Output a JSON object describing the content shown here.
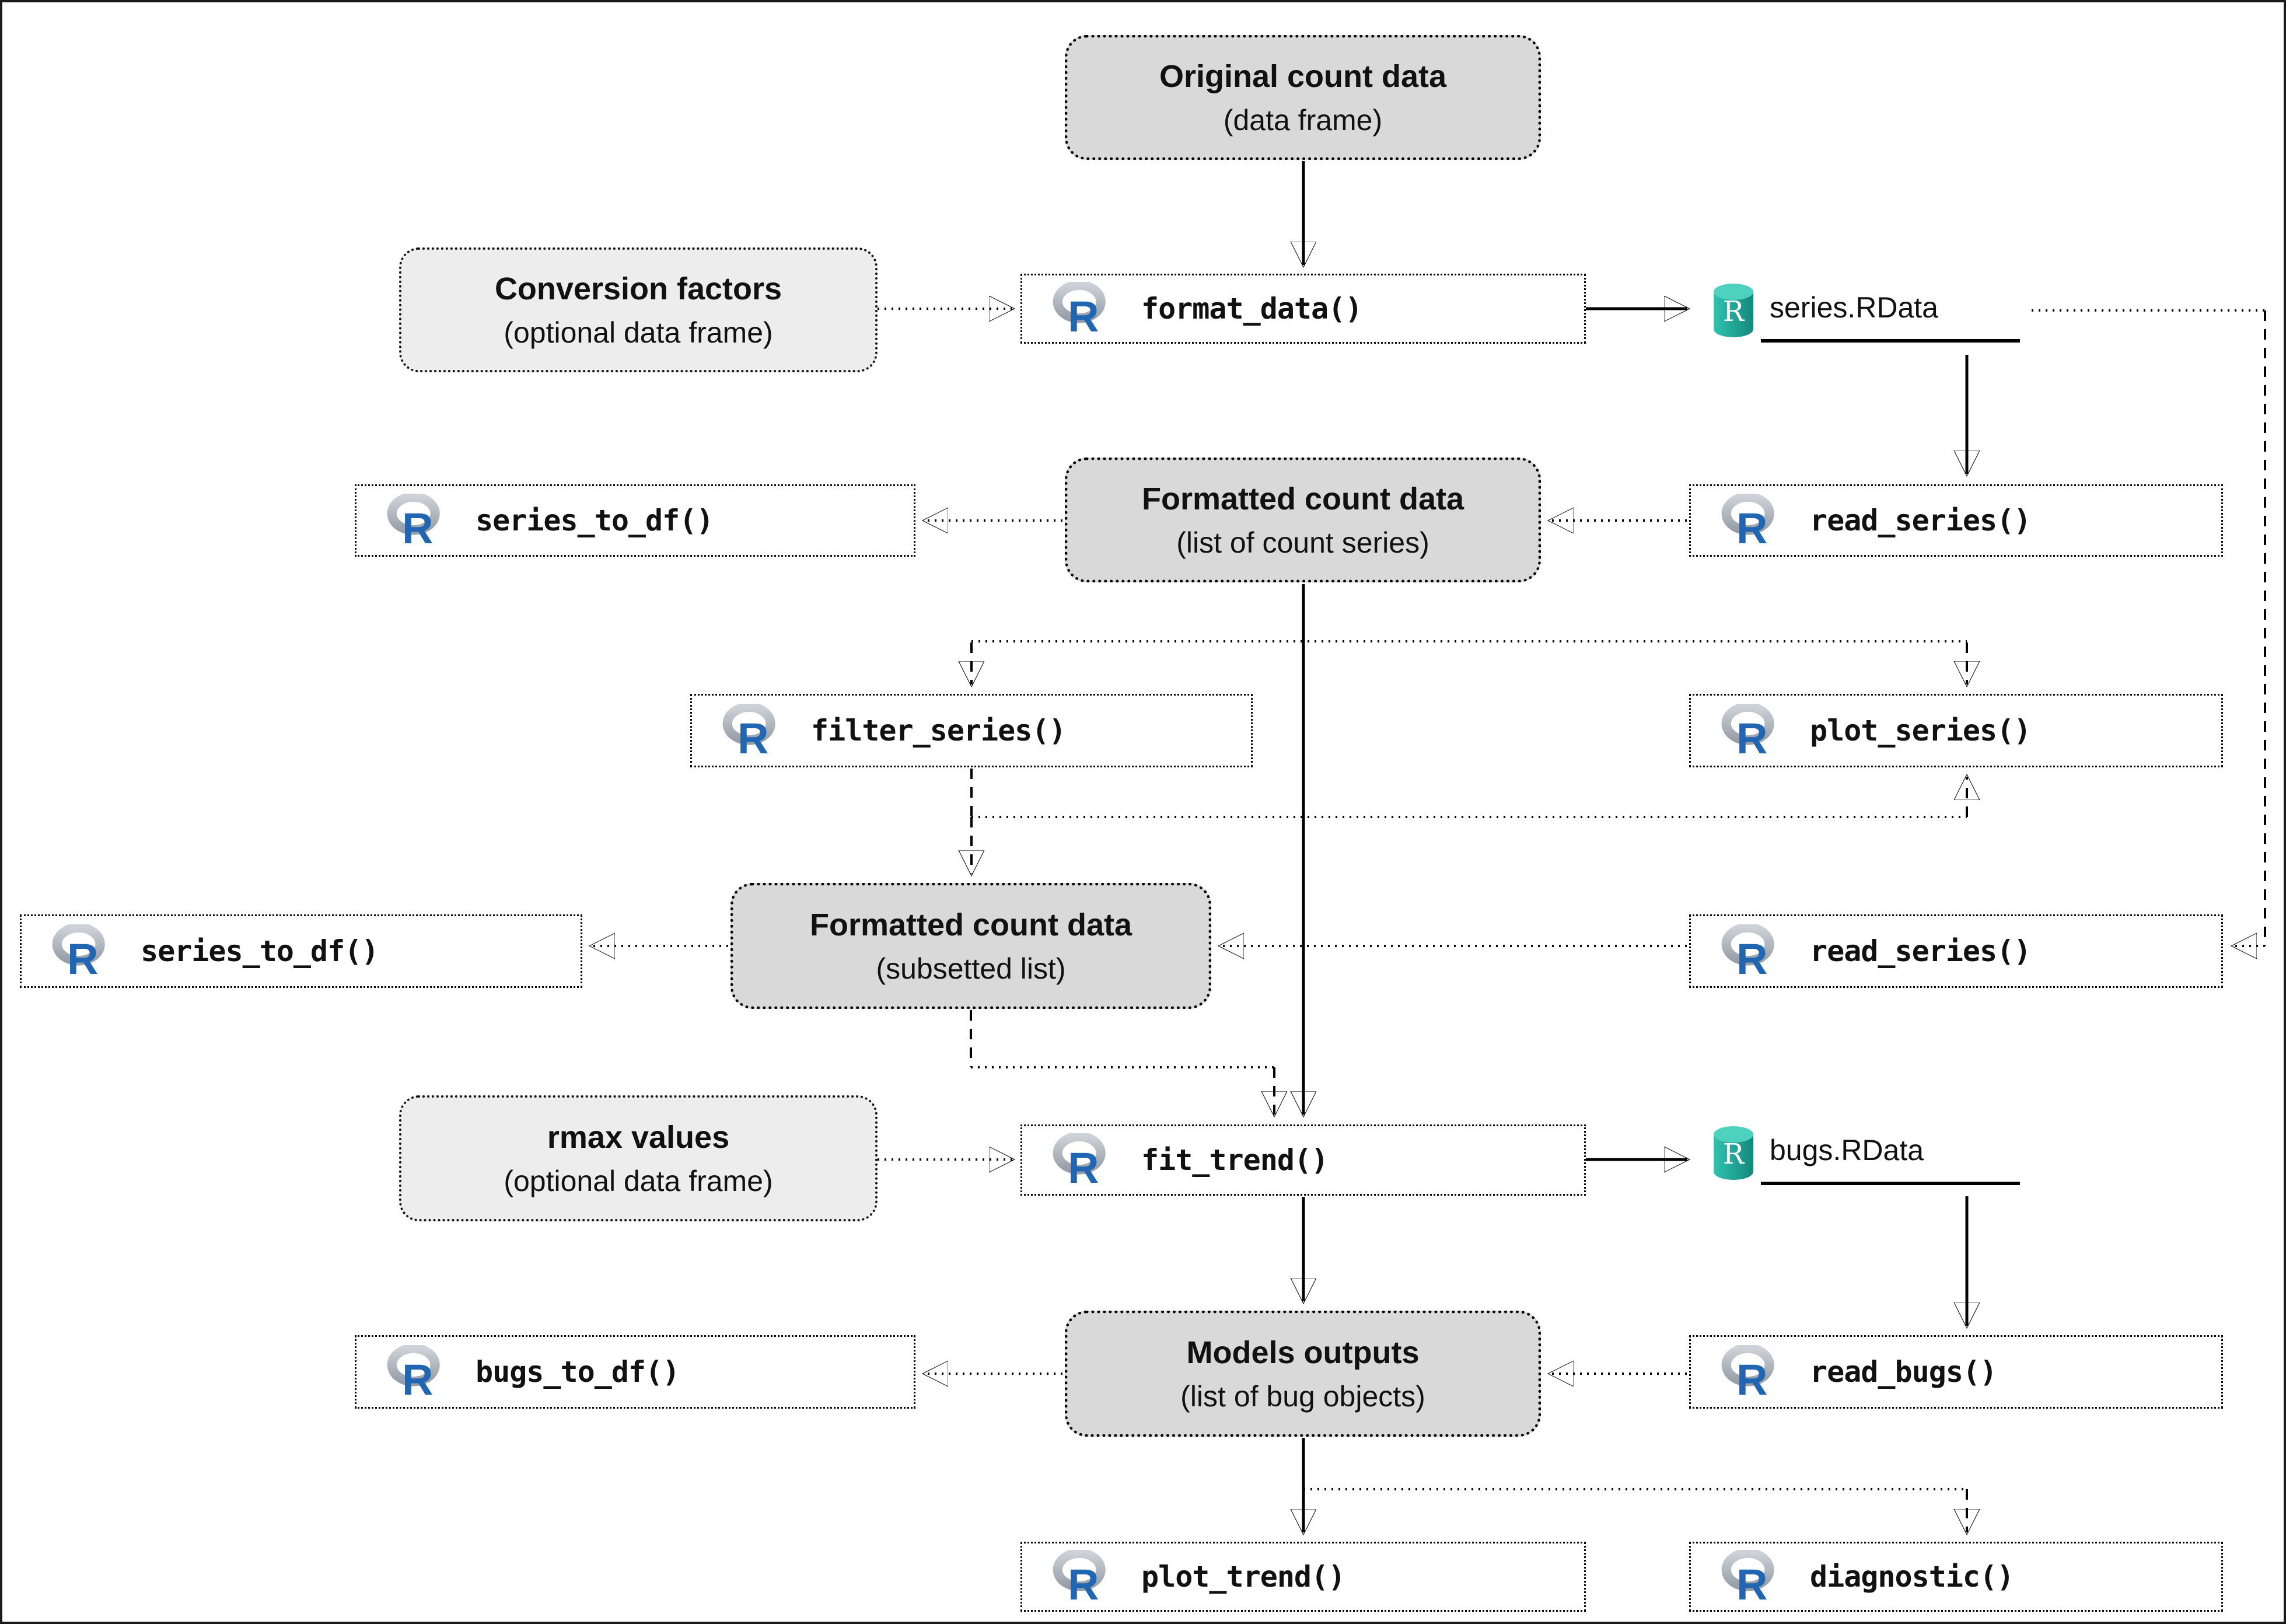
{
  "figure": {
    "type": "workflow-diagram",
    "colors": {
      "data_box_fill": "#d9d9d9",
      "optional_box_fill": "#ededed",
      "function_box_fill": "#ffffff",
      "border": "#000000",
      "r_logo_blue": "#2166b3",
      "r_logo_ring": "#b4bac2",
      "rdata_teal": "#23b3a1",
      "rdata_teal_light": "#4ed2bf",
      "rdata_teal_dark": "#17897c",
      "text": "#111111"
    },
    "icons": {
      "r_letter": "R"
    },
    "nodes": {
      "original_count_data": {
        "title": "Original count data",
        "subtitle": "(data frame)"
      },
      "conversion_factors": {
        "title": "Conversion factors",
        "subtitle": "(optional data frame)"
      },
      "format_data": {
        "label": "format_data()"
      },
      "series_rdata": {
        "label": "series.RData"
      },
      "read_series_top": {
        "label": "read_series()"
      },
      "series_to_df_top": {
        "label": "series_to_df()"
      },
      "formatted_count_list": {
        "title": "Formatted count data",
        "subtitle": "(list of count series)"
      },
      "filter_series": {
        "label": "filter_series()"
      },
      "plot_series": {
        "label": "plot_series()"
      },
      "series_to_df_mid": {
        "label": "series_to_df()"
      },
      "formatted_count_subset": {
        "title": "Formatted count data",
        "subtitle": "(subsetted list)"
      },
      "read_series_mid": {
        "label": "read_series()"
      },
      "rmax_values": {
        "title": "rmax values",
        "subtitle": "(optional data frame)"
      },
      "fit_trend": {
        "label": "fit_trend()"
      },
      "bugs_rdata": {
        "label": "bugs.RData"
      },
      "models_outputs": {
        "title": "Models outputs",
        "subtitle": "(list of bug objects)"
      },
      "bugs_to_df": {
        "label": "bugs_to_df()"
      },
      "read_bugs": {
        "label": "read_bugs()"
      },
      "plot_trend": {
        "label": "plot_trend()"
      },
      "diagnostic": {
        "label": "diagnostic()"
      }
    }
  }
}
